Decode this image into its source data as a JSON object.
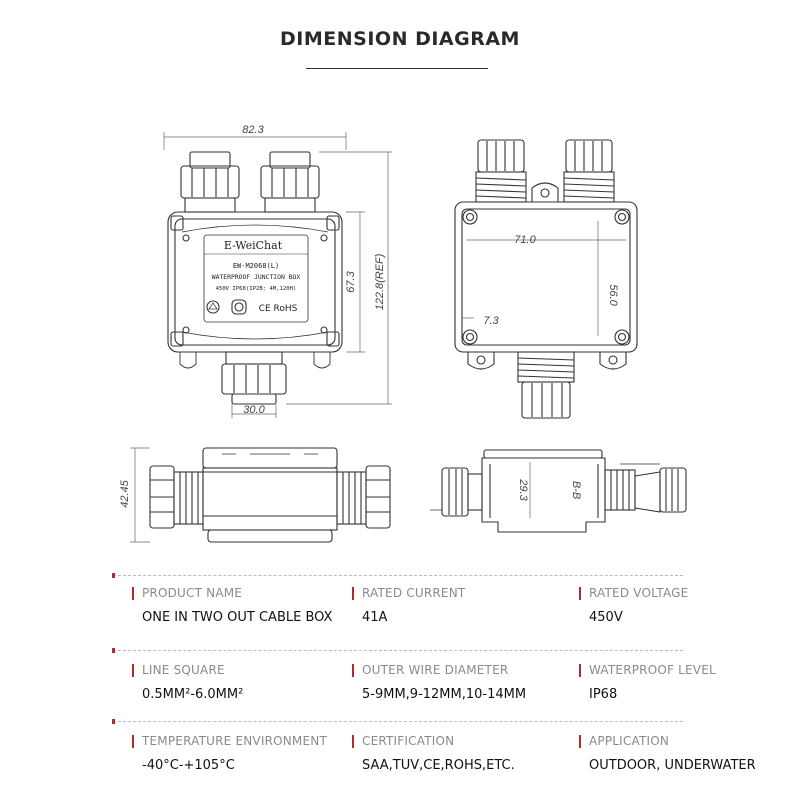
{
  "header": {
    "title": "DIMENSION DIAGRAM"
  },
  "diagram": {
    "front": {
      "width": "82.3",
      "body_height": "67.3",
      "total_height": "122.8(REF)",
      "gland_width": "30.0",
      "label_brand": "E-WeiChat",
      "label_model": "EW-M2068(L)",
      "label_name": "WATERPROOF JUNCTION BOX",
      "label_spec": "450V   IP68(IP2B: 4M,120H)",
      "label_cert": "CE RoHS"
    },
    "interior": {
      "inner_width": "71.0",
      "inner_height": "56.0",
      "wall": "7.3"
    },
    "side": {
      "height": "42.45"
    },
    "section": {
      "depth": "29.3",
      "section_label": "B-B"
    }
  },
  "specs": [
    {
      "label": "PRODUCT NAME",
      "value": "ONE IN TWO OUT CABLE BOX"
    },
    {
      "label": "RATED CURRENT",
      "value": "41A"
    },
    {
      "label": "RATED VOLTAGE",
      "value": "450V"
    },
    {
      "label": "LINE SQUARE",
      "value": "0.5MM²-6.0MM²"
    },
    {
      "label": "OUTER WIRE DIAMETER",
      "value": "5-9MM,9-12MM,10-14MM"
    },
    {
      "label": "WATERPROOF LEVEL",
      "value": "IP68"
    },
    {
      "label": "TEMPERATURE ENVIRONMENT",
      "value": "-40°C-+105°C"
    },
    {
      "label": "CERTIFICATION",
      "value": "SAA,TUV,CE,ROHS,ETC."
    },
    {
      "label": "APPLICATION",
      "value": "OUTDOOR, UNDERWATER"
    }
  ],
  "colors": {
    "accent": "#b22a2a",
    "line": "#333333",
    "label": "#8a8a8a"
  }
}
